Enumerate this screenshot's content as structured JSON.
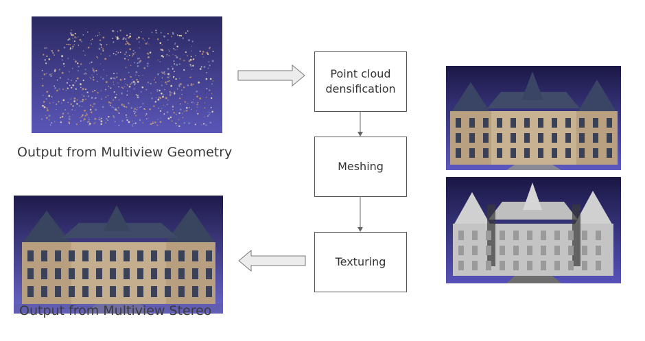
{
  "captions": {
    "geometry": "Output from Multiview Geometry",
    "stereo": "Output from Multiview Stereo"
  },
  "pipeline": {
    "step1_line1": "Point cloud",
    "step1_line2": "densification",
    "step2": "Meshing",
    "step3": "Texturing"
  },
  "colors": {
    "sky_top": "#1e1a4a",
    "sky_bottom": "#6a66c8",
    "roof": "#3a4566",
    "facade": "#c9b79a",
    "mesh": "#c8c8c8"
  }
}
